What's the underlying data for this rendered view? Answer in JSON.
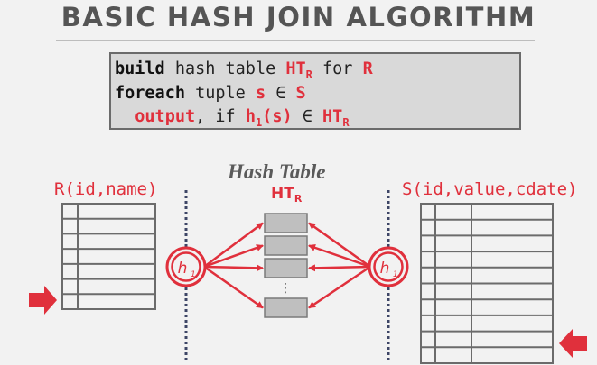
{
  "title": "BASIC HASH JOIN ALGORITHM",
  "code": {
    "line1": {
      "kw": "build",
      "text1": " hash table ",
      "ht": "HT",
      "ht_sub": "R",
      "text2": " for ",
      "rel": "R"
    },
    "line2": {
      "kw": "foreach",
      "text1": " tuple ",
      "var": "s",
      "op": " ∈ ",
      "rel": "S"
    },
    "line3": {
      "indent": "  ",
      "out": "output",
      "text1": ", if ",
      "fn": "h",
      "fn_sub": "1",
      "arg": "(s)",
      "op": " ∈ ",
      "ht": "HT",
      "ht_sub": "R"
    }
  },
  "relation_r": {
    "label": "R(id,name)",
    "rows": 7,
    "columns": 2
  },
  "relation_s": {
    "label": "S(id,value,cdate)",
    "rows": 10,
    "columns": 3
  },
  "hash_table": {
    "title": "Hash Table",
    "label": "HT",
    "label_sub": "R",
    "buckets_shown": 4,
    "ellipsis": "⋮"
  },
  "hash_function": {
    "symbol": "h",
    "sub": "1"
  },
  "colors": {
    "accent": "#e0303c",
    "table_stroke": "#6b6b6b",
    "bucket_fill": "#bfbfbf",
    "divider": "#3d4566"
  }
}
